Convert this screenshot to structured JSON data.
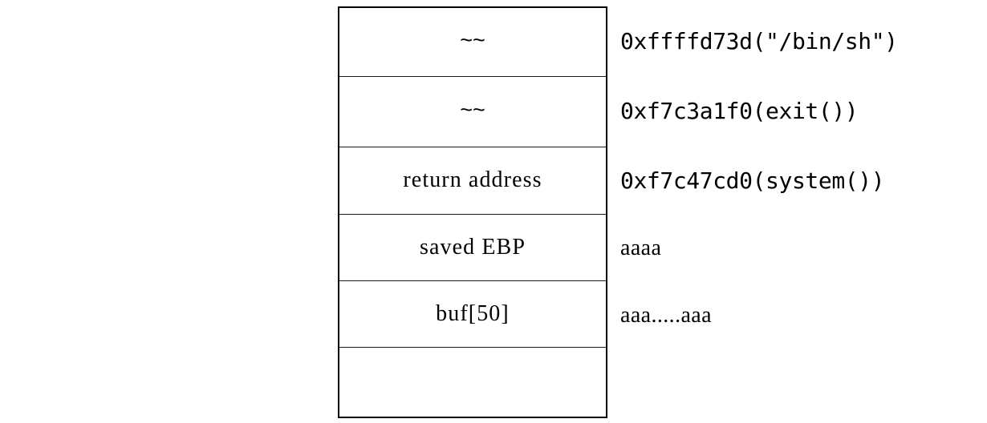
{
  "diagram": {
    "title": "stack-frame-layout",
    "colors": {
      "background": "#ffffff",
      "border": "#000000",
      "divider": "#1a1a1a",
      "text": "#000000"
    },
    "rows": [
      {
        "cell_label": "~~",
        "annotation": "0xffffd73d(\"/bin/sh\")",
        "cell_font": "sans",
        "annotation_font": "mono",
        "height": 87
      },
      {
        "cell_label": "~~",
        "annotation": "0xf7c3a1f0(exit())",
        "cell_font": "sans",
        "annotation_font": "mono",
        "height": 88
      },
      {
        "cell_label": "return address",
        "annotation": "0xf7c47cd0(system())",
        "cell_font": "serif",
        "annotation_font": "mono",
        "height": 85
      },
      {
        "cell_label": "saved EBP",
        "annotation": "aaaa",
        "cell_font": "serif",
        "annotation_font": "serif",
        "height": 84
      },
      {
        "cell_label": "buf[50]",
        "annotation": "aaa.....aaa",
        "cell_font": "serif",
        "annotation_font": "serif",
        "height": 83
      },
      {
        "cell_label": "",
        "annotation": "",
        "cell_font": "serif",
        "annotation_font": "serif",
        "height": 87
      }
    ]
  }
}
